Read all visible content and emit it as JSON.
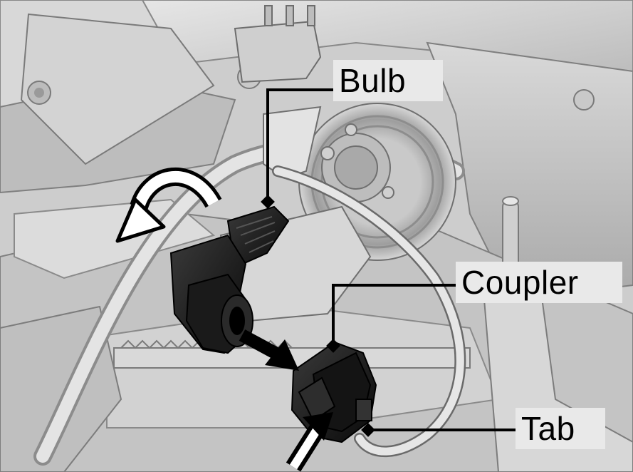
{
  "labels": {
    "bulb": "Bulb",
    "coupler": "Coupler",
    "tab": "Tab"
  }
}
